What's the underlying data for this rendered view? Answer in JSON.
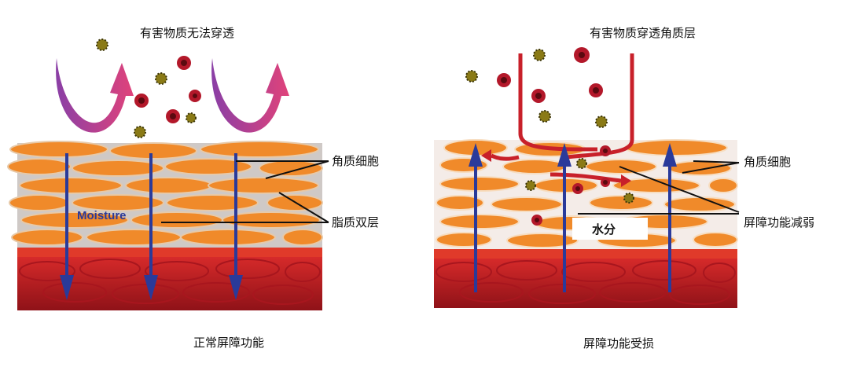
{
  "left_panel": {
    "top_title": "有害物质无法穿透",
    "label_corneocytes": "角质细胞",
    "label_lipid": "脂质双层",
    "moisture": "Moisture",
    "caption": "正常屏障功能"
  },
  "right_panel": {
    "top_title": "有害物质穿透角质层",
    "label_corneocytes": "角质细胞",
    "label_barrier": "屏障功能减弱",
    "water": "水分",
    "caption": "屏障功能受损"
  },
  "colors": {
    "cell_orange": "#f08a2a",
    "cell_light": "#f5a54a",
    "lipid_gray": "#c9c4c2",
    "dermis_red": "#c8202a",
    "dermis_dark": "#8f1218",
    "arrow_blue": "#2a3a9a",
    "arrow_purple": "#8a3fa6",
    "arrow_pink": "#d93a7a",
    "harmful_red": "#b3182a",
    "harmful_olive": "#8a7a16"
  }
}
